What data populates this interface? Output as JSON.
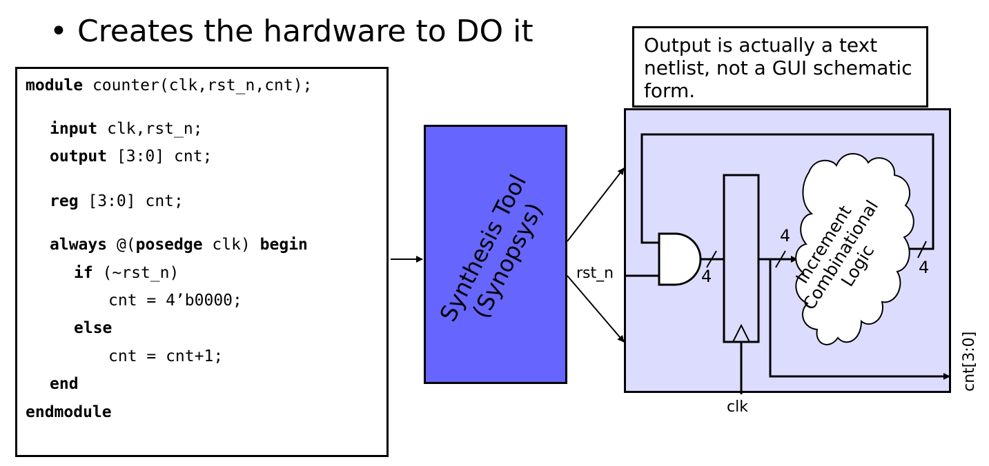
{
  "title": {
    "bullet": "•",
    "text": "Creates the hardware to DO it"
  },
  "code": {
    "l1_kw": "module",
    "l1_rest": " counter(clk,rst_n,cnt);",
    "l2_kw": "input",
    "l2_rest": " clk,rst_n;",
    "l3_kw": "output",
    "l3_rest": " [3:0] cnt;",
    "l4_kw": "reg",
    "l4_rest": " [3:0] cnt;",
    "l5_kw1": "always",
    "l5_mid": " @(",
    "l5_kw2": "posedge",
    "l5_mid2": " clk) ",
    "l5_kw3": "begin",
    "l6_kw": "if",
    "l6_rest": " (~rst_n)",
    "l7": "cnt = 4’b0000;",
    "l8_kw": "else",
    "l9": "cnt = cnt+1;",
    "l10_kw": "end",
    "l11_kw": "endmodule"
  },
  "synthesis": {
    "line1": "Synthesis Tool",
    "line2": "(Synopsys)",
    "color": "#6666ff"
  },
  "note": {
    "text": "Output is actually a text netlist, not a GUI schematic form."
  },
  "netlist": {
    "background": "#dcdcff",
    "rst_label": "rst_n",
    "clk_label": "clk",
    "cnt_label": "cnt[3:0]",
    "bus_width_gate": "4",
    "bus_width_in": "4",
    "bus_width_out": "4",
    "cloud_line1": "Increment",
    "cloud_line2": "Combinational",
    "cloud_line3": "Logic"
  }
}
